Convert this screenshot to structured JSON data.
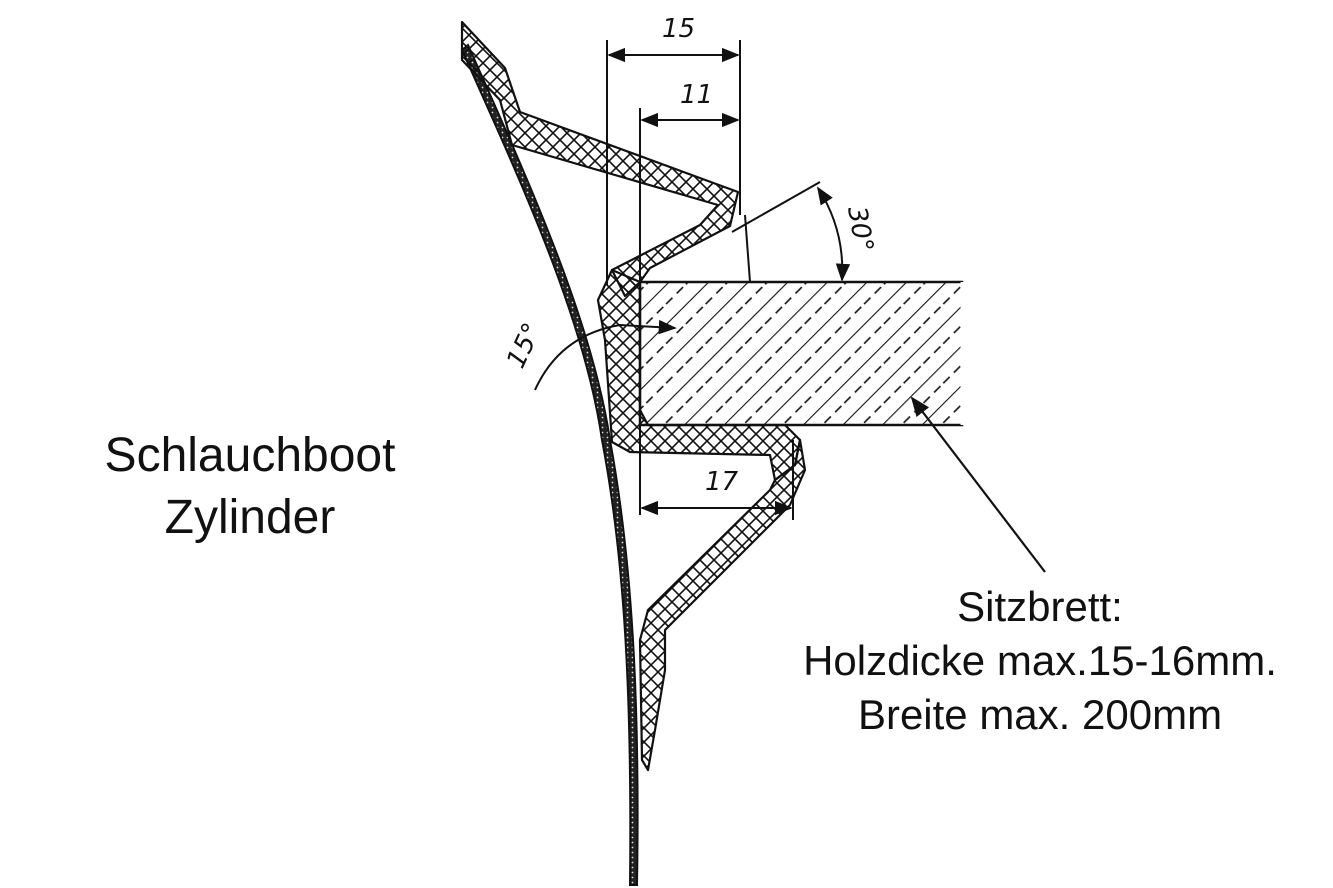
{
  "labels": {
    "cylinder_line1": "Schlauchboot",
    "cylinder_line2": "Zylinder",
    "seat_line1": "Sitzbrett:",
    "seat_line2": "Holzdicke max.15-16mm.",
    "seat_line3": "Breite max. 200mm"
  },
  "dimensions": {
    "outer_width": "15",
    "inner_width": "11",
    "lower_width": "17",
    "angle_upper": "30°",
    "angle_side": "15°"
  },
  "colors": {
    "ink": "#111111",
    "background": "#ffffff"
  }
}
